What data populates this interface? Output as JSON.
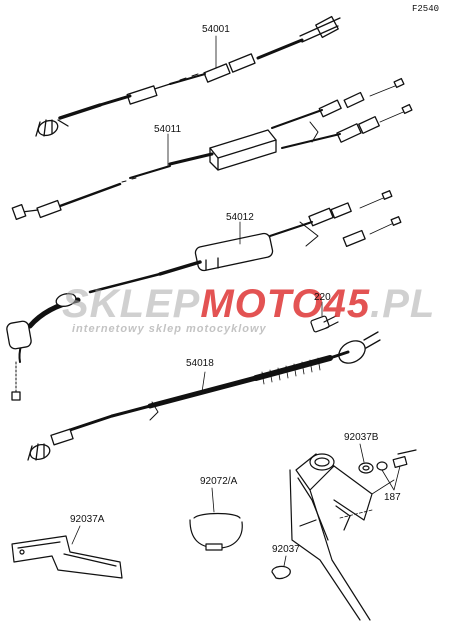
{
  "diagram": {
    "code": "F2540",
    "parts": {
      "p54001": "54001",
      "p54011": "54011",
      "p54012": "54012",
      "p220": "220",
      "p54018": "54018",
      "p92037B": "92037B",
      "p187": "187",
      "p92072A": "92072/A",
      "p92037A": "92037A",
      "p92037": "92037"
    },
    "watermark": {
      "brand_grey_start": "SKLEP",
      "brand_red": "MOTO",
      "brand_red_num": "45",
      "brand_grey_end": ".PL",
      "tagline": "internetowy sklep motocyklowy"
    },
    "colors": {
      "ink": "#111111",
      "watermark_red": "#dc2828",
      "watermark_grey": "#aaaaaa"
    }
  }
}
